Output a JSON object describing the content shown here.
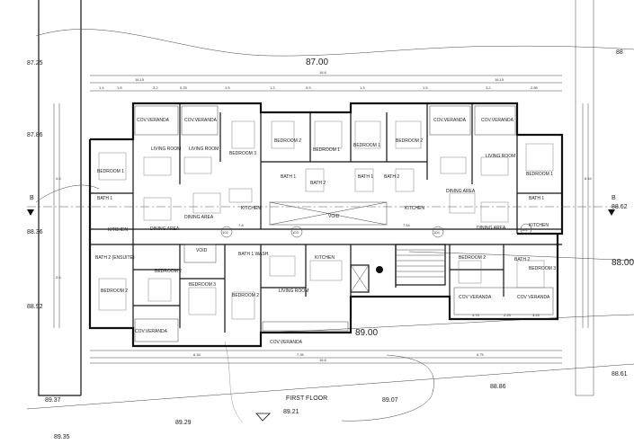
{
  "drawing": {
    "title": "FIRST FLOOR",
    "section_mark": "B"
  },
  "contours": {
    "c8700": "87.00",
    "c8800": "88.00",
    "c8900": "89.00"
  },
  "levels": {
    "l8725": "87.25",
    "l8786": "87.86",
    "l8836": "88.36",
    "l8892": "88.92",
    "l8937": "89.37",
    "l8935": "89.35",
    "l8929": "89.29",
    "l8921": "89.21",
    "l8907": "89.07",
    "l8886": "88.86",
    "l8861": "88.61",
    "l8862": "88.62",
    "lr88": "88"
  },
  "rooms": {
    "cov_veranda": "COV.VERANDA",
    "cov_veranda2": "COV VERANDA",
    "living": "LIVING ROOM",
    "bedroom1": "BEDROOM 1",
    "bedroom2": "BEDROOM 2",
    "bedroom3": "BEDROOM 3",
    "bath1": "BATH 1",
    "bath2": "BATH 2",
    "bath2_ensuite": "BATH 2 (ENSUITE)",
    "bath1_wash": "BATH 1 WASH",
    "kitchen": "KITCHEN",
    "dining": "DINING AREA",
    "void": "VOID"
  },
  "apartments": {
    "a101": "101",
    "a102": "102",
    "a103": "103",
    "a104": "104"
  },
  "dims": {
    "overall": "16.6",
    "half": "16.15",
    "d1": "1.4",
    "d2": "2.85",
    "d3": "1.8",
    "d4": "3.2",
    "d5": "0.25",
    "d6": "1.5",
    "d7": "1.3",
    "d8": "0.9",
    "d9": "7.8",
    "d10": "7.54",
    "d11": "3.75",
    "d12": "2.25",
    "d13": "3.25",
    "d14": "4.6",
    "d15": "3.6",
    "d16": "6.34",
    "d17": "7.35",
    "d18": "8.75",
    "d19": "8.44"
  }
}
